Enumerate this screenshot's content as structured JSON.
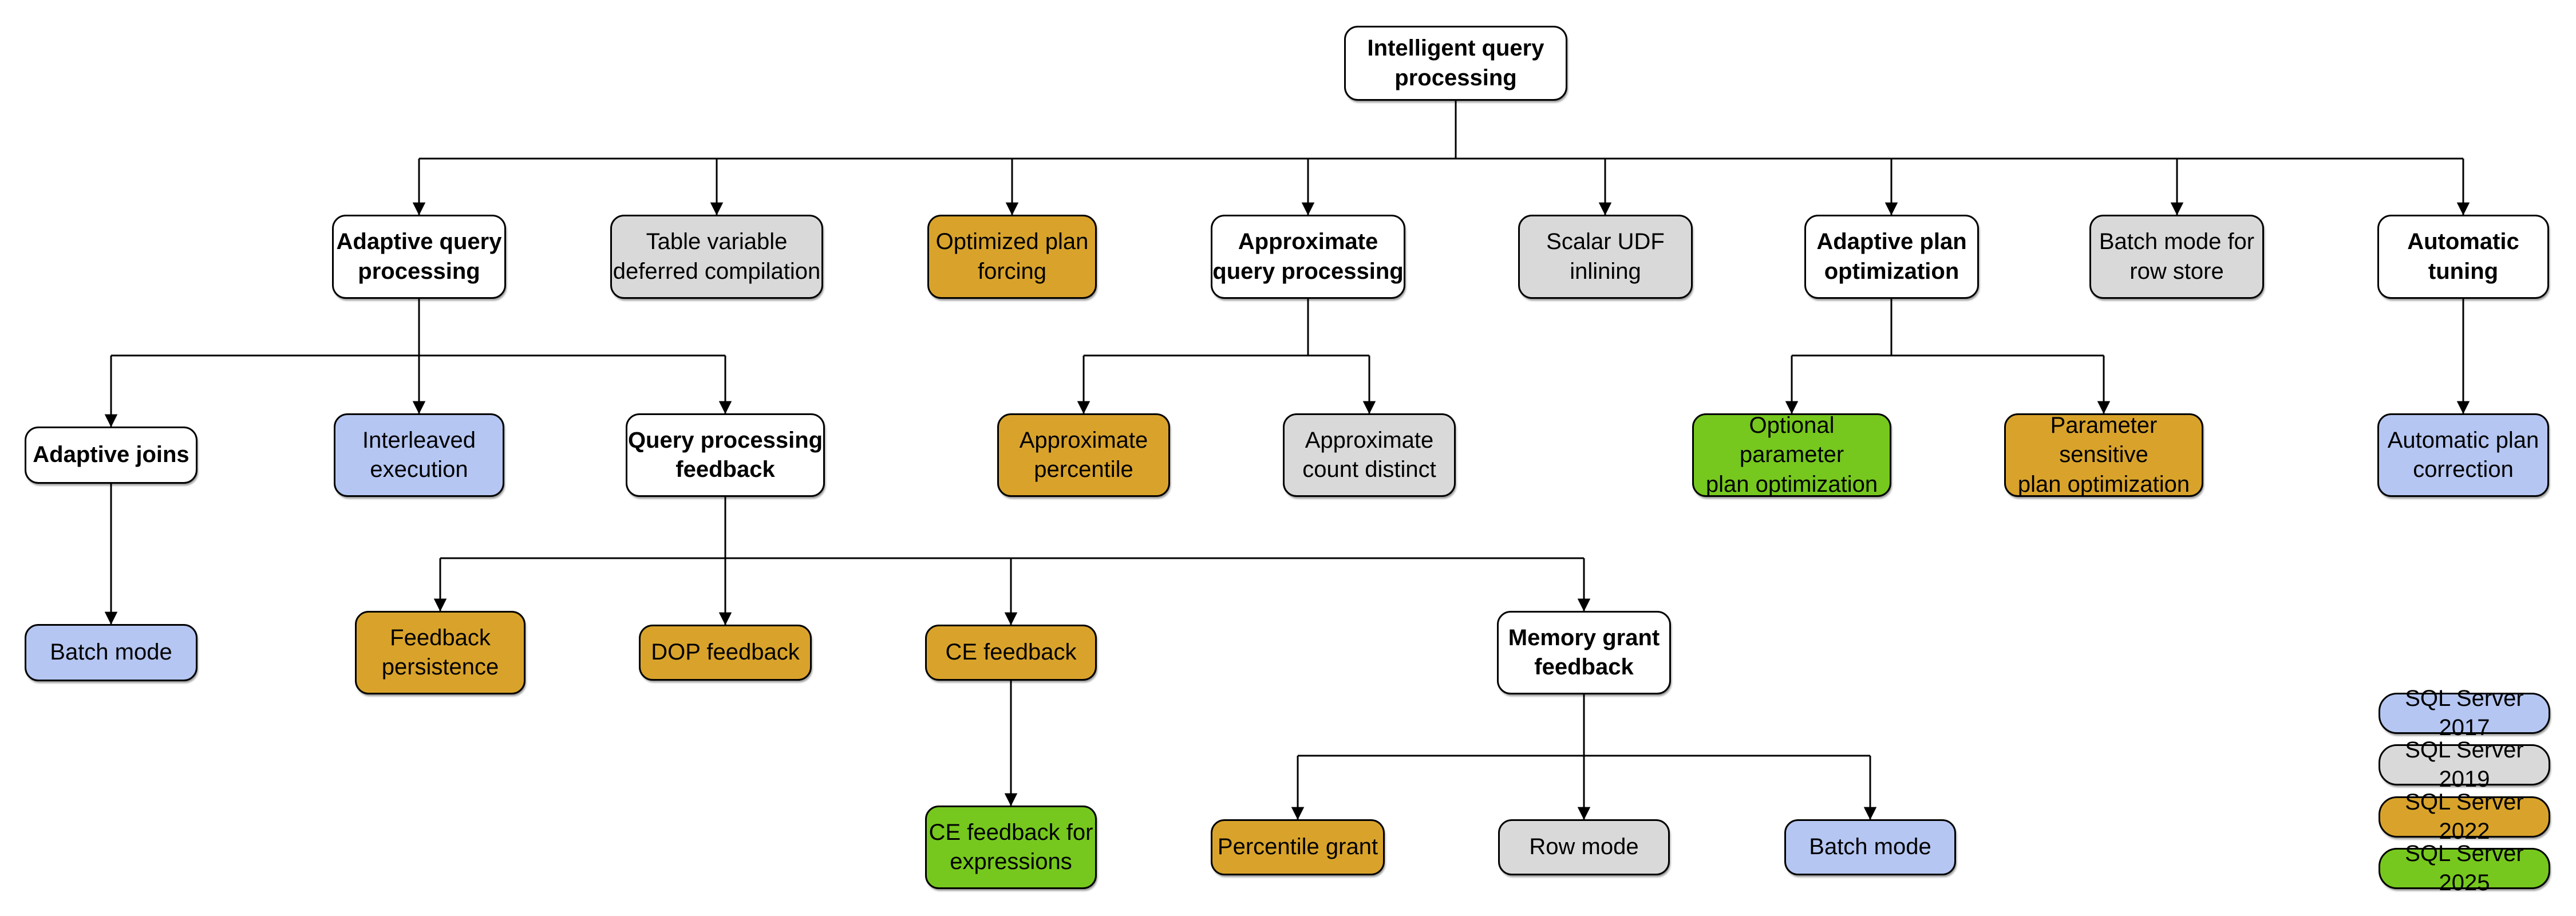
{
  "diagram": {
    "type": "tree",
    "title": "Intelligent query processing"
  },
  "palette": {
    "sql2017_blue": "#B5C6F2",
    "sql2019_gray": "#D9D9D9",
    "sql2022_gold": "#D9A32B",
    "sql2025_green": "#76C81E",
    "category_white": "#FFFFFF",
    "line_and_border": "#000000"
  },
  "nodes": {
    "root": {
      "label": "Intelligent query\nprocessing"
    },
    "adaptive_query_processing": {
      "label": "Adaptive query\nprocessing"
    },
    "table_variable_deferred_compilation": {
      "label": "Table variable\ndeferred compilation",
      "version": "SQL Server 2019"
    },
    "optimized_plan_forcing": {
      "label": "Optimized plan\nforcing",
      "version": "SQL Server 2022"
    },
    "approximate_query_processing": {
      "label": "Approximate\nquery processing"
    },
    "scalar_udf_inlining": {
      "label": "Scalar UDF\ninlining",
      "version": "SQL Server 2019"
    },
    "adaptive_plan_optimization": {
      "label": "Adaptive plan\noptimization"
    },
    "batch_mode_for_row_store": {
      "label": "Batch mode for\nrow store",
      "version": "SQL Server 2019"
    },
    "automatic_tuning": {
      "label": "Automatic\ntuning"
    },
    "adaptive_joins": {
      "label": "Adaptive joins"
    },
    "interleaved_execution": {
      "label": "Interleaved\nexecution",
      "version": "SQL Server 2017"
    },
    "query_processing_feedback": {
      "label": "Query processing\nfeedback"
    },
    "approximate_percentile": {
      "label": "Approximate\npercentile",
      "version": "SQL Server 2022"
    },
    "approximate_count_distinct": {
      "label": "Approximate\ncount distinct",
      "version": "SQL Server 2019"
    },
    "optional_parameter_plan_optimization": {
      "label": "Optional parameter\nplan optimization",
      "version": "SQL Server 2025"
    },
    "parameter_sensitive_plan_optimization": {
      "label": "Parameter sensitive\nplan optimization",
      "version": "SQL Server 2022"
    },
    "automatic_plan_correction": {
      "label": "Automatic plan\ncorrection",
      "version": "SQL Server 2017"
    },
    "batch_mode_adaptive_joins": {
      "label": "Batch mode",
      "version": "SQL Server 2017"
    },
    "feedback_persistence": {
      "label": "Feedback\npersistence",
      "version": "SQL Server 2022"
    },
    "dop_feedback": {
      "label": "DOP feedback",
      "version": "SQL Server 2022"
    },
    "ce_feedback": {
      "label": "CE feedback",
      "version": "SQL Server 2022"
    },
    "memory_grant_feedback": {
      "label": "Memory grant\nfeedback"
    },
    "ce_feedback_for_expressions": {
      "label": "CE feedback for\nexpressions",
      "version": "SQL Server 2025"
    },
    "percentile_grant": {
      "label": "Percentile grant",
      "version": "SQL Server 2022"
    },
    "row_mode": {
      "label": "Row mode",
      "version": "SQL Server 2019"
    },
    "batch_mode_memory_grant": {
      "label": "Batch mode",
      "version": "SQL Server 2017"
    }
  },
  "legend": {
    "sql2017": {
      "label": "SQL Server 2017",
      "color": "#B5C6F2"
    },
    "sql2019": {
      "label": "SQL Server 2019",
      "color": "#D9D9D9"
    },
    "sql2022": {
      "label": "SQL Server 2022",
      "color": "#D9A32B"
    },
    "sql2025": {
      "label": "SQL Server 2025",
      "color": "#76C81E"
    }
  }
}
